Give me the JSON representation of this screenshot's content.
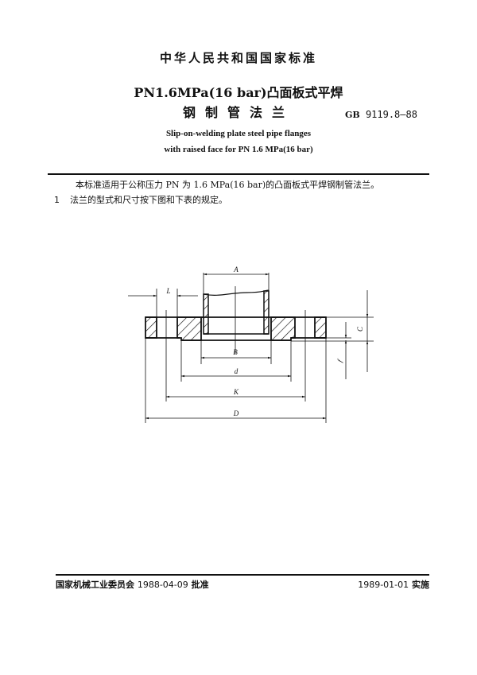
{
  "header": {
    "standard_org": "中华人民共和国国家标准",
    "title_cn_line1": "PN1.6MPa(16 bar)凸面板式平焊",
    "title_cn_line2": "钢制管法兰",
    "standard_code_prefix": "GB",
    "standard_code": "9119.8—88",
    "title_en_line1": "Slip-on-welding plate steel pipe flanges",
    "title_en_line2": "with raised face for PN 1.6 MPa(16 bar)"
  },
  "body": {
    "intro": "本标准适用于公称压力 PN 为 1.6 MPa(16 bar)的凸面板式平焊钢制管法兰。",
    "clause_number": "1",
    "clause_text": "法兰的型式和尺寸按下图和下表的规定。"
  },
  "drawing": {
    "labels": {
      "A": "A",
      "L": "L",
      "B": "B",
      "d": "d",
      "K": "K",
      "D": "D",
      "C": "C",
      "f": "f"
    }
  },
  "footer": {
    "approver": "国家机械工业委员会",
    "approval_date": "1988-04-09",
    "approval_label": "批准",
    "effective_date": "1989-01-01",
    "effective_label": "实施"
  }
}
